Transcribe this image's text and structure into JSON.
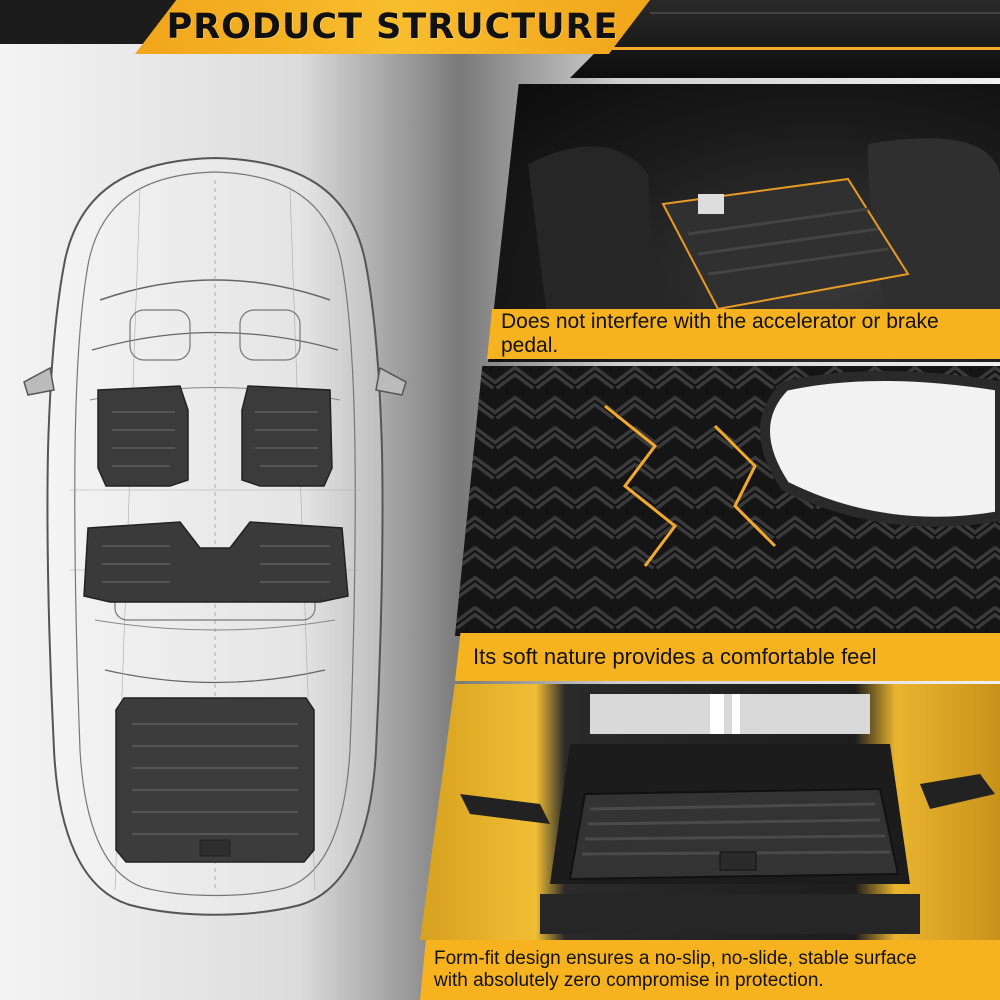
{
  "header": {
    "title": "PRODUCT STRUCTURE"
  },
  "panels": [
    {
      "caption": "Does not interfere with the accelerator or brake pedal."
    },
    {
      "caption": "Its soft nature provides a comfortable feel"
    },
    {
      "caption_line1": "Form-fit design ensures a no-slip, no-slide, stable surface",
      "caption_line2": "with absolutely zero compromise in protection."
    }
  ],
  "colors": {
    "accent": "#f6b21f",
    "dark": "#151515",
    "mat": "#3b3b3b"
  }
}
